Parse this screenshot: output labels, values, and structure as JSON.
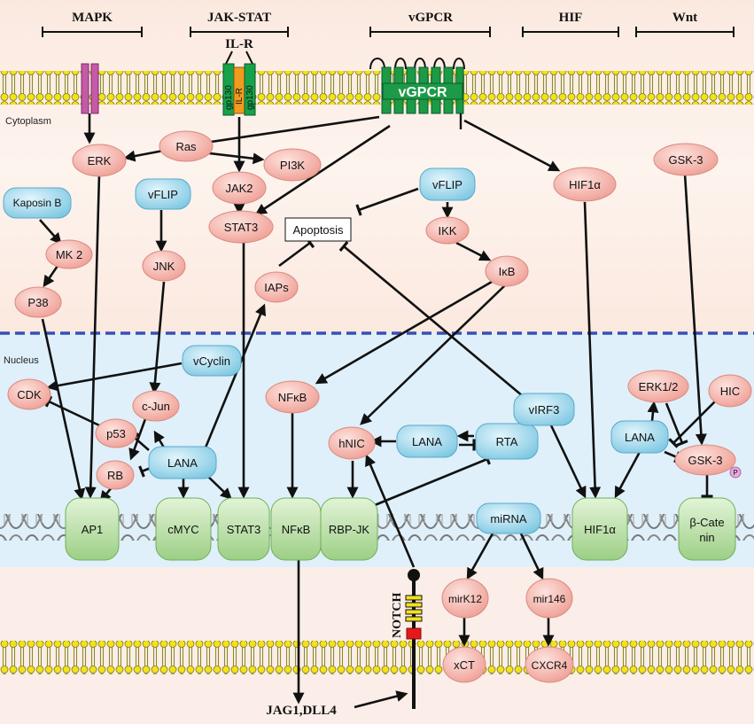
{
  "headers": {
    "mapk": "MAPK",
    "jak_stat": "JAK-STAT",
    "il_r": "IL-R",
    "vgpcr": "vGPCR",
    "hif": "HIF",
    "wnt": "Wnt"
  },
  "regions": {
    "cytoplasm": "Cytoplasm",
    "nucleus": "Nucleus"
  },
  "membrane_labels": {
    "gp130_left": "gp130",
    "il_r_receptor": "IL-R",
    "gp130_right": "gp130",
    "vgpcr_receptor": "vGPCR",
    "notch": "NOTCH"
  },
  "nodes": {
    "ras": "Ras",
    "erk": "ERK",
    "pi3k": "PI3K",
    "jak2": "JAK2",
    "stat3_cyto": "STAT3",
    "hif1a_cyto": "HIF1α",
    "gsk3_cyto": "GSK-3",
    "kaposin_b": "Kaposin B",
    "mk2": "MK 2",
    "p38": "P38",
    "vflip_left": "vFLIP",
    "jnk": "JNK",
    "vflip_right": "vFLIP",
    "ikk": "IKK",
    "ikb": "IκB",
    "apoptosis": "Apoptosis",
    "iaps": "IAPs",
    "vcyclin": "vCyclin",
    "cdk": "CDK",
    "cjun": "c-Jun",
    "p53": "p53",
    "rb": "RB",
    "lana_left": "LANA",
    "nfkb_nuc": "NFκB",
    "hnic": "hNIC",
    "lana_mid": "LANA",
    "rta": "RTA",
    "virf3": "vIRF3",
    "erk12": "ERK1/2",
    "hic": "HIC",
    "lana_right": "LANA",
    "gsk3_nuc": "GSK-3",
    "phospho": "P",
    "mirna": "miRNA",
    "mirk12": "mirK12",
    "mir146": "mir146",
    "xct": "xCT",
    "cxcr4": "CXCR4",
    "ligands": "JAG1,DLL4"
  },
  "tf": {
    "ap1": "AP1",
    "cmyc": "cMYC",
    "stat3": "STAT3",
    "nfkb": "NFκB",
    "rbpjk": "RBP-JK",
    "hif1a": "HIF1α",
    "bcat_line1": "β-Cate",
    "bcat_line2": "nin"
  },
  "colors": {
    "pink_fill": "#f5b8b0",
    "blue_fill": "#9fd8ec",
    "green_fill": "#b6dfa4",
    "nucleus_bg": "#dff0fa",
    "cytoplasm_bg": "#fbeee8",
    "membrane_head": "#f3e21b",
    "membrane_tail": "#8a8a2a",
    "gp130": "#16a24a",
    "il_r": "#f29a1d",
    "vgpcr": "#1c9a47",
    "mapk_receptor": "#c659a8",
    "nucleus_border": "#3a4fb4"
  }
}
